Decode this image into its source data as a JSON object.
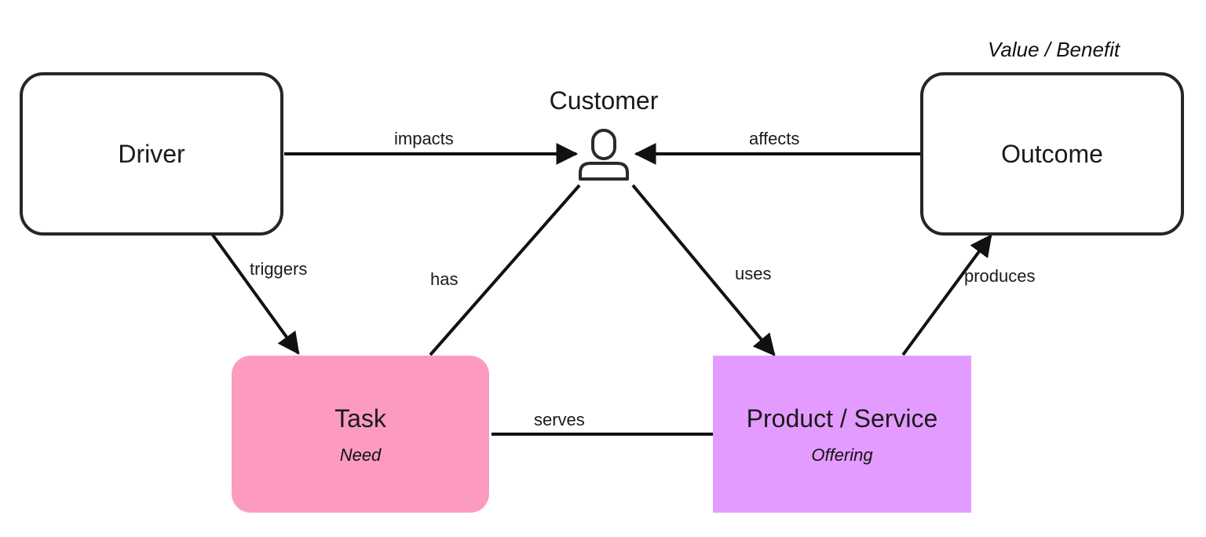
{
  "nodes": {
    "driver": {
      "title": "Driver"
    },
    "outcome": {
      "title": "Outcome",
      "annotation": "Value / Benefit"
    },
    "customer": {
      "title": "Customer",
      "icon": "user-icon"
    },
    "task": {
      "title": "Task",
      "subtitle": "Need",
      "fill": "#fc9bbf"
    },
    "product": {
      "title": "Product / Service",
      "subtitle": "Offering",
      "fill": "#e49bff"
    }
  },
  "edges": {
    "impacts": "impacts",
    "affects": "affects",
    "triggers": "triggers",
    "has": "has",
    "uses": "uses",
    "produces": "produces",
    "serves": "serves"
  },
  "colors": {
    "stroke": "#1a1a1a",
    "box_border": "#262626"
  }
}
